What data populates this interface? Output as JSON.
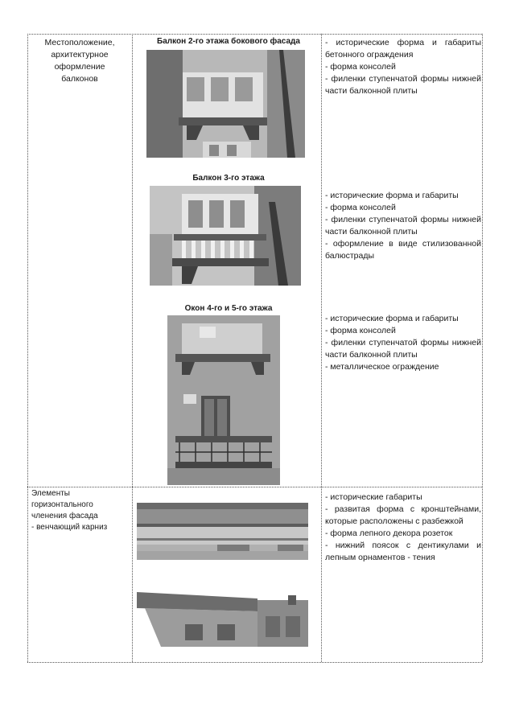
{
  "rows": [
    {
      "left_lines": [
        "Местоположение,",
        "архитектурное",
        "оформление",
        "балконов"
      ],
      "items": [
        {
          "caption": "Балкон 2-го этажа бокового фасада",
          "notes": [
            "- исторические форма и габариты бетонного ограждения",
            "- форма консолей",
            "- филенки ступенчатой формы нижней части балконной плиты"
          ]
        },
        {
          "caption": "Балкон 3-го этажа",
          "notes": [
            "- исторические форма и габариты",
            "- форма консолей",
            "- филенки ступенчатой формы нижней части балконной плиты",
            "- оформление в виде стилизованной балюстрады"
          ]
        },
        {
          "caption": "Окон 4-го и 5-го этажа",
          "notes": [
            "- исторические форма и габариты",
            "- форма консолей",
            "- филенки ступенчатой формы нижней части балконной плиты",
            "- металлическое ограждение"
          ]
        }
      ]
    },
    {
      "left_lines": [
        "Элементы",
        "горизонтального",
        "членения фасада",
        "- венчающий карниз"
      ],
      "notes": [
        "- исторические габариты",
        "- развитая форма с кронштейнами, которые расположены с разбежкой",
        "- форма лепного декора розеток",
        "- нижний поясок с дентикулами и лепным орнаментов - тения"
      ]
    }
  ]
}
